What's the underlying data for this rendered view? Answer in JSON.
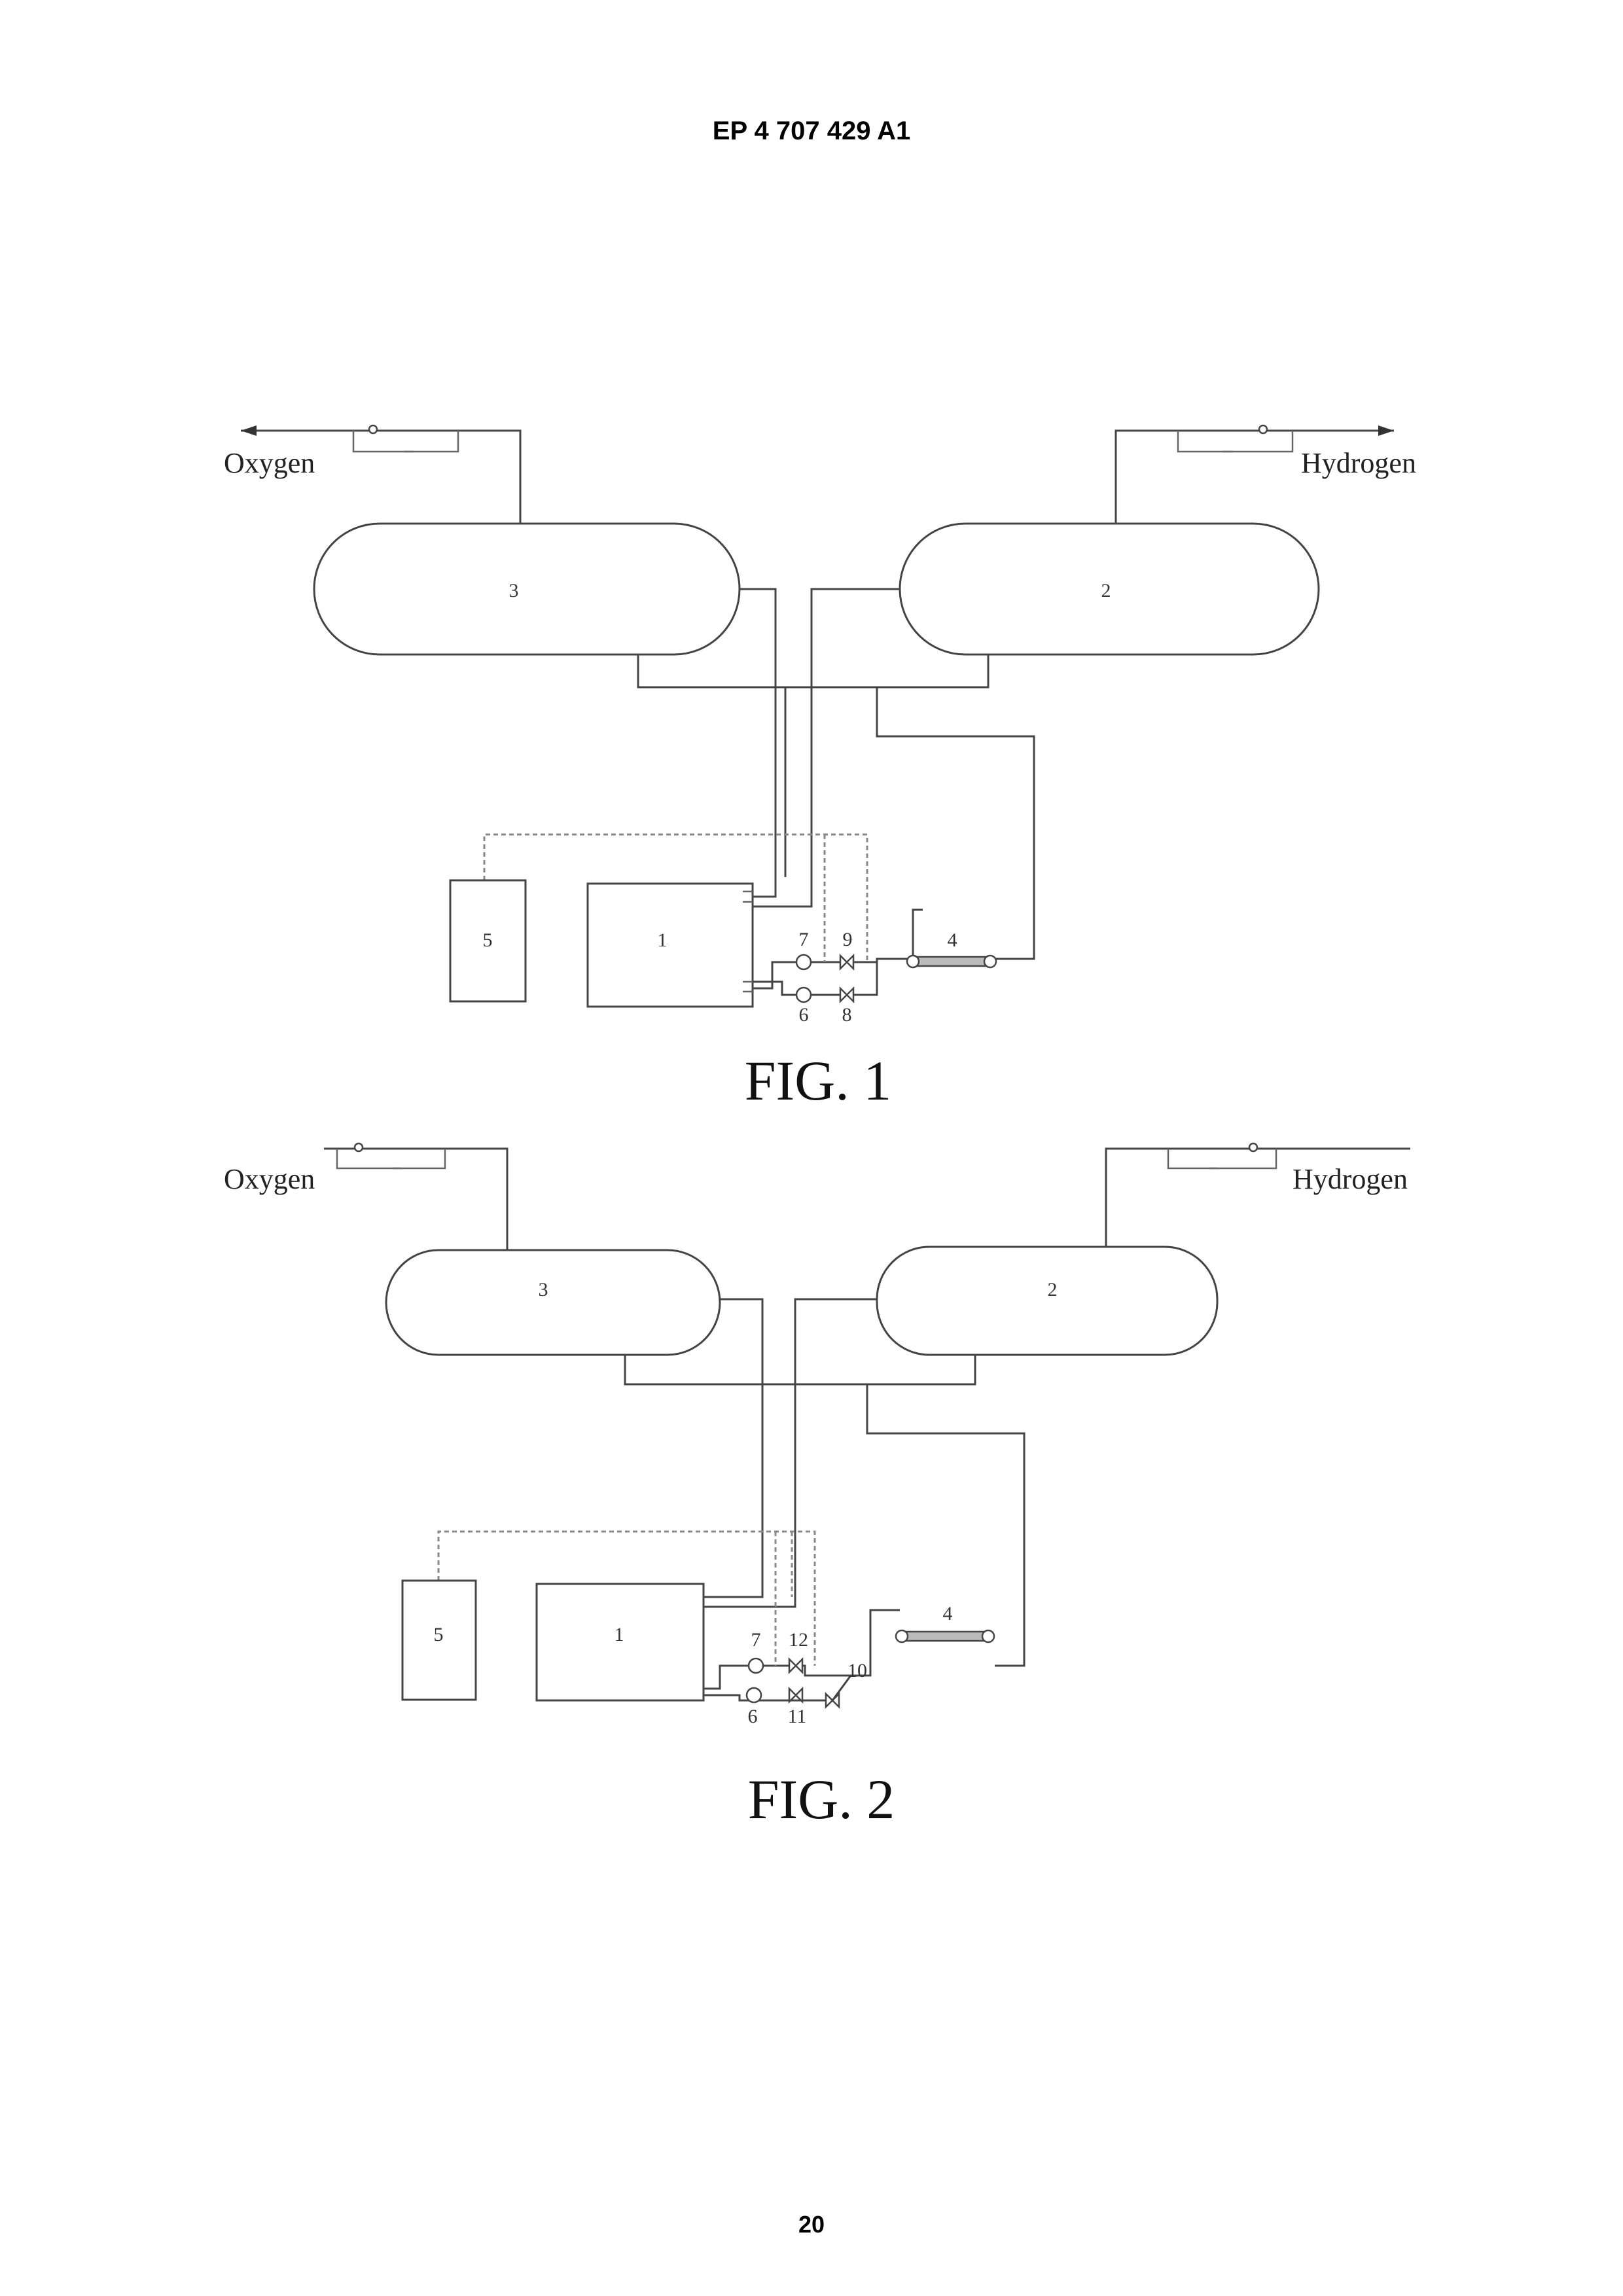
{
  "header": {
    "publication": "EP 4 707 429 A1"
  },
  "footer": {
    "page_number": "20"
  },
  "figures": [
    {
      "caption": "FIG. 1",
      "labels": {
        "oxygen": "Oxygen",
        "hydrogen": "Hydrogen",
        "tank_oxygen": "3",
        "tank_hydrogen": "2",
        "unit_1": "1",
        "unit_5": "5",
        "heat_exchanger": "4",
        "valve_6": "6",
        "valve_7": "7",
        "valve_8": "8",
        "valve_9": "9"
      }
    },
    {
      "caption": "FIG. 2",
      "labels": {
        "oxygen": "Oxygen",
        "hydrogen": "Hydrogen",
        "tank_oxygen": "3",
        "tank_hydrogen": "2",
        "unit_1": "1",
        "unit_5": "5",
        "heat_exchanger": "4",
        "valve_6": "6",
        "valve_7": "7",
        "valve_10": "10",
        "valve_11": "11",
        "valve_12": "12"
      }
    }
  ]
}
